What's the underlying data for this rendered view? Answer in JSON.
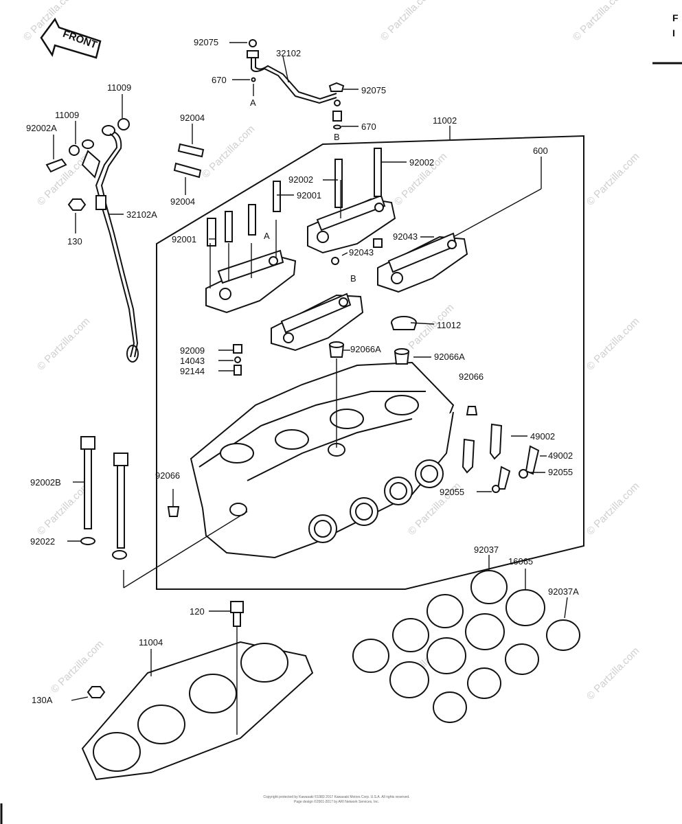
{
  "front_arrow": {
    "text": "FRONT"
  },
  "sections": {
    "a": "A",
    "b": "B"
  },
  "parts": {
    "p92075_top": "92075",
    "p32102": "32102",
    "p670_left": "670",
    "p92075_right": "92075",
    "p670_right": "670",
    "p11009_top": "11009",
    "p11009_mid": "11009",
    "p92002A": "92002A",
    "p92004_top": "92004",
    "p92004_bot": "92004",
    "p32102A": "32102A",
    "p130": "130",
    "p11002": "11002",
    "p600": "600",
    "p92002_upper": "92002",
    "p92002_mid": "92002",
    "p92001_right": "92001",
    "p92001_left": "92001",
    "p92043_right": "92043",
    "p92043_mid": "92043",
    "p11012": "11012",
    "p92009": "92009",
    "p14043": "14043",
    "p92144": "92144",
    "p92066A_left": "92066A",
    "p92066A_right": "92066A",
    "p92066_right": "92066",
    "p49002_upper": "49002",
    "p49002_lower": "49002",
    "p92055_right": "92055",
    "p92055_left": "92055",
    "p92066_left": "92066",
    "p92002B": "92002B",
    "p92022": "92022",
    "p92037": "92037",
    "p16065": "16065",
    "p92037A": "92037A",
    "p120": "120",
    "p11004": "11004",
    "p130A": "130A"
  },
  "watermark": "© Partzilla.com",
  "footer": {
    "line1": "Copyright protected by Kawasaki ©1983 2017 Kawasaki Motors Corp. U.S.A. All rights reserved.",
    "line2": "Page design ©2001-2017 by ARI Network Services, Inc."
  },
  "side_strip": {
    "top": "F",
    "top2": "I"
  }
}
